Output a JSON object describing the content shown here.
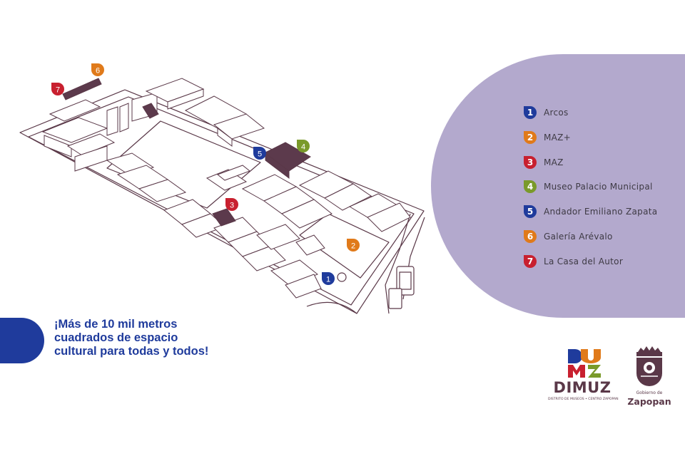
{
  "colors": {
    "panel": "#b3a9cd",
    "blue": "#1f3b9c",
    "orange": "#e07a1a",
    "red": "#c8202f",
    "green": "#7a9a2a",
    "outline": "#5a3848",
    "highlight": "#5c3a4c"
  },
  "legend": [
    {
      "num": "1",
      "label": "Arcos",
      "color": "#1f3b9c"
    },
    {
      "num": "2",
      "label": "MAZ+",
      "color": "#e07a1a"
    },
    {
      "num": "3",
      "label": "MAZ",
      "color": "#c8202f"
    },
    {
      "num": "4",
      "label": "Museo Palacio Municipal",
      "color": "#7a9a2a"
    },
    {
      "num": "5",
      "label": "Andador Emiliano Zapata",
      "color": "#1f3b9c"
    },
    {
      "num": "6",
      "label": "Galería Arévalo",
      "color": "#e07a1a"
    },
    {
      "num": "7",
      "label": "La Casa del Autor",
      "color": "#c8202f"
    }
  ],
  "tagline": {
    "line1": "¡Más de 10 mil metros",
    "line2": "cuadrados de espacio",
    "line3": "cultural para todas y todos!"
  },
  "logos": {
    "dimuz": {
      "letters": [
        "D",
        "U",
        "M",
        "Z"
      ],
      "name": "DIMUZ",
      "subtitle": "DISTRITO DE MUSEOS • CENTRO ZAPOPAN"
    },
    "zapopan": {
      "gobierno": "Gobierno de",
      "name": "Zapopan"
    }
  },
  "map_markers": [
    {
      "num": "1",
      "color": "#1f3b9c"
    },
    {
      "num": "2",
      "color": "#e07a1a"
    },
    {
      "num": "3",
      "color": "#c8202f"
    },
    {
      "num": "4",
      "color": "#7a9a2a"
    },
    {
      "num": "5",
      "color": "#1f3b9c"
    },
    {
      "num": "6",
      "color": "#e07a1a"
    },
    {
      "num": "7",
      "color": "#c8202f"
    }
  ]
}
